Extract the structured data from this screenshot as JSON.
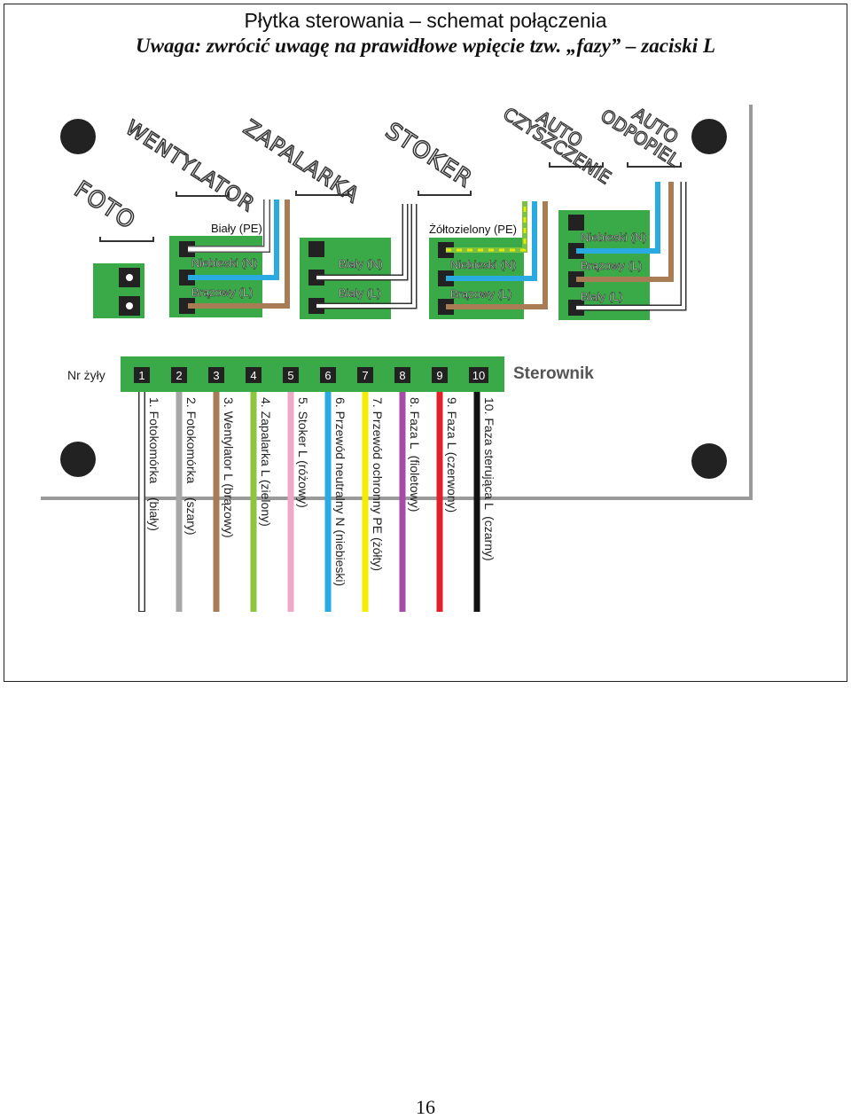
{
  "header": {
    "title": "Płytka sterowania – schemat połączenia",
    "warning": "Uwaga: zwrócić uwagę na prawidłowe wpięcie tzw. „fazy” – zaciski L"
  },
  "board": {
    "sections": [
      {
        "id": "foto",
        "label": "FOTO"
      },
      {
        "id": "wentylator",
        "label": "WENTYLATOR"
      },
      {
        "id": "zapalarka",
        "label": "ZAPALARKA"
      },
      {
        "id": "stoker",
        "label": "STOKER"
      },
      {
        "id": "czyszczenie",
        "label": "AUTO CZYSZCZENIE"
      },
      {
        "id": "odpopiel",
        "label": "AUTO ODPOPIEL"
      }
    ],
    "connectors": {
      "wentylator": [
        "Biały (PE)",
        "Niebieski (N)",
        "Brązowy (L)"
      ],
      "zapalarka": [
        "Biały (N)",
        "Biały (L)"
      ],
      "stoker": [
        "Żółtozielony (PE)",
        "Niebieski (N)",
        "Brązowy (L)"
      ],
      "odpopiel": [
        "Niebieski (N)",
        "Brązowy (L)",
        "Biały (L)"
      ]
    },
    "wire_header_label": "Nr żyły",
    "controller_label": "Sterownik"
  },
  "wires": [
    {
      "number": "1",
      "label": "1. Fotokomórka    (biały)",
      "color": "#ffffff"
    },
    {
      "number": "2",
      "label": "2. Fotokomórka    (szary)",
      "color": "#a8a8a8"
    },
    {
      "number": "3",
      "label": "3. Wentylator L (brązowy)",
      "color": "#a87c55"
    },
    {
      "number": "4",
      "label": "4. Zapalarka L (zielony)",
      "color": "#8cc63f"
    },
    {
      "number": "5",
      "label": "5. Stoker L (różowy)",
      "color": "#f0a8c8"
    },
    {
      "number": "6",
      "label": "6. Przewód neutralny N (niebieski)",
      "color": "#29abe2"
    },
    {
      "number": "7",
      "label": "7. Przewód ochronny PE (żółty)",
      "color": "#f5ec00"
    },
    {
      "number": "8",
      "label": "8. Faza L  (fioletowy)",
      "color": "#a64ca6"
    },
    {
      "number": "9",
      "label": "9. Faza L (czerwony)",
      "color": "#e0202a"
    },
    {
      "number": "10",
      "label": "10. Faza sterująca L  (czarny)",
      "color": "#111111"
    }
  ],
  "colors": {
    "terminal_green": "#3aaa48",
    "board": "#ffffff",
    "board_shadow": "#9a9a9a",
    "mount_hole": "#222222",
    "blue": "#29abe2",
    "brown": "#a87c55",
    "yellow": "#e8e800"
  },
  "footer": {
    "page_number": "16"
  }
}
